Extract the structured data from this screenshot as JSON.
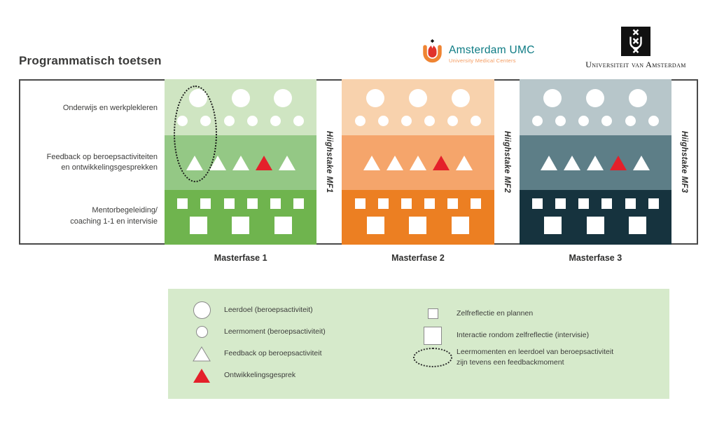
{
  "page": {
    "title": "Programmatisch toetsen"
  },
  "logos": {
    "amsterdam_umc": {
      "name": "Amsterdam UMC",
      "subtitle": "University Medical Centers"
    },
    "uva": {
      "name": "Universiteit van Amsterdam"
    }
  },
  "colors": {
    "red": "#e4202a",
    "border": "#4a4a4a",
    "text": "#3c3c3b"
  },
  "diagram": {
    "rows": [
      {
        "label": "Onderwijs en werkplekleren"
      },
      {
        "label": "Feedback op beroepsactiviteiten\nen ontwikkelingsgesprekken"
      },
      {
        "label": "Mentorbegeleiding/\ncoaching 1-1 en intervisie"
      }
    ],
    "phases": [
      {
        "label": "Masterfase 1",
        "highstake_label": "Hiighstake MF1",
        "colors": {
          "top": "#cfe5c2",
          "middle": "#94c885",
          "bottom": "#6fb44e"
        }
      },
      {
        "label": "Masterfase 2",
        "highstake_label": "Hiighstake MF2",
        "colors": {
          "top": "#f8d2ad",
          "middle": "#f5a56b",
          "bottom": "#ec7f22"
        }
      },
      {
        "label": "Masterfase 3",
        "highstake_label": "Hiighstake MF3",
        "colors": {
          "top": "#b7c6ca",
          "middle": "#5d7e87",
          "bottom": "#16333e"
        }
      }
    ],
    "symbols_per_phase": {
      "large_circles": 3,
      "small_circles": 6,
      "triangles": 5,
      "red_triangle_position": 4,
      "small_squares": 6,
      "large_squares": 3
    },
    "annotation": {
      "phase_index": 0,
      "shape": "dotted-ellipse"
    }
  },
  "legend": {
    "bg": "#d6eacb",
    "left_items": [
      {
        "symbol": "circle-large",
        "label": "Leerdoel (beroepsactiviteit)"
      },
      {
        "symbol": "circle-small",
        "label": "Leermoment (beroepsactiviteit)"
      },
      {
        "symbol": "triangle-white",
        "label": "Feedback op beroepsactiviteit"
      },
      {
        "symbol": "triangle-red",
        "label": "Ontwikkelingsgesprek"
      }
    ],
    "right_items": [
      {
        "symbol": "square-small",
        "label": "Zelfreflectie en plannen"
      },
      {
        "symbol": "square-large",
        "label": "Interactie rondom zelfreflectie (intervisie)"
      },
      {
        "symbol": "ellipse-dotted",
        "label": "Leermomenten en leerdoel van beroepsactiviteit\nzijn tevens een feedbackmoment"
      }
    ]
  }
}
